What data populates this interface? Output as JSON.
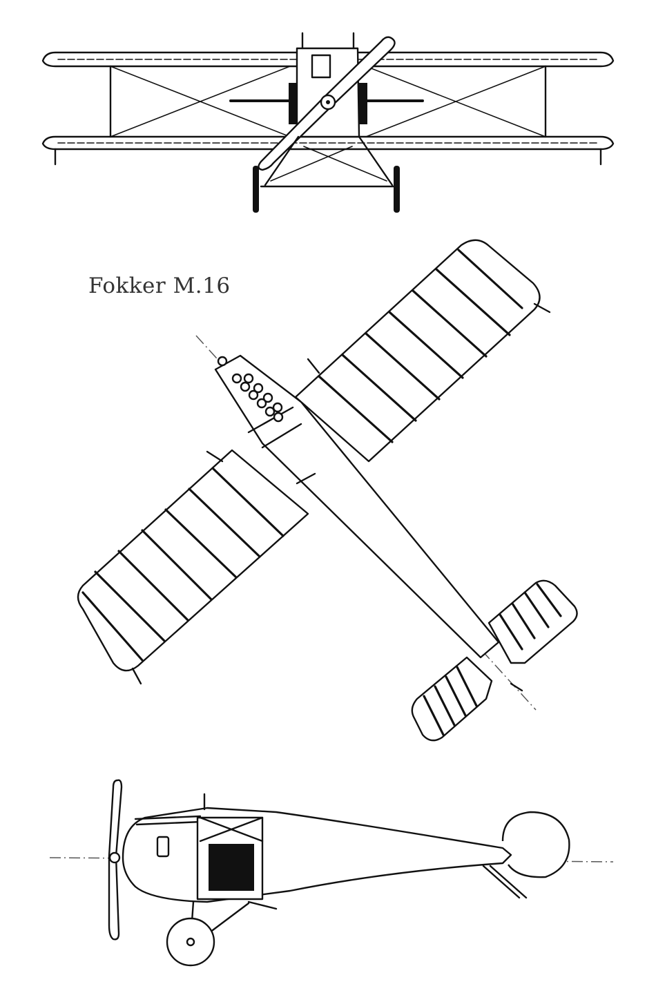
{
  "drawing": {
    "title": "Fokker M.16",
    "views": [
      "front-view",
      "top-view",
      "side-view"
    ]
  },
  "colors": {
    "ink": "#111111",
    "title_text": "#333333",
    "background": "#ffffff"
  }
}
